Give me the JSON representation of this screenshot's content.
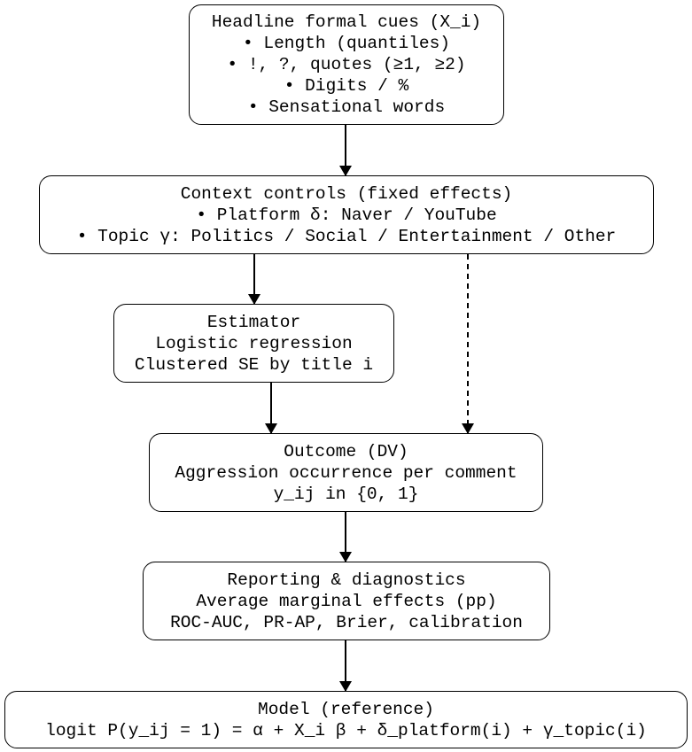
{
  "nodes": {
    "headline": {
      "lines": [
        "Headline formal cues (X_i)",
        "• Length (quantiles)",
        "• !, ?, quotes (≥1, ≥2)",
        "• Digits / %",
        "• Sensational words"
      ]
    },
    "context": {
      "lines": [
        "Context controls (fixed effects)",
        "• Platform δ: Naver / YouTube",
        "• Topic γ: Politics / Social / Entertainment / Other"
      ]
    },
    "estimator": {
      "lines": [
        "Estimator",
        "Logistic regression",
        "Clustered SE by title i"
      ]
    },
    "outcome": {
      "lines": [
        "Outcome (DV)",
        "Aggression occurrence per comment",
        "y_ij in {0, 1}"
      ]
    },
    "reporting": {
      "lines": [
        "Reporting & diagnostics",
        "Average marginal effects (pp)",
        "ROC-AUC, PR-AP, Brier, calibration"
      ]
    },
    "model": {
      "lines": [
        "Model (reference)",
        "logit P(y_ij = 1) = α + X_i β + δ_platform(i) + γ_topic(i)"
      ]
    }
  },
  "edges": [
    {
      "from": "headline",
      "to": "context",
      "style": "solid"
    },
    {
      "from": "context",
      "to": "estimator",
      "style": "solid"
    },
    {
      "from": "context",
      "to": "outcome",
      "style": "dashed"
    },
    {
      "from": "estimator",
      "to": "outcome",
      "style": "solid"
    },
    {
      "from": "outcome",
      "to": "reporting",
      "style": "solid"
    },
    {
      "from": "reporting",
      "to": "model",
      "style": "solid"
    }
  ]
}
